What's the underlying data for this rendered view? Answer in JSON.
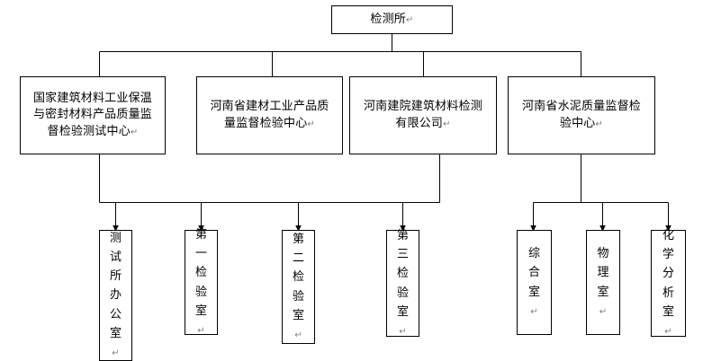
{
  "diagram": {
    "title_text": "检测所",
    "pilcrow": "↵",
    "stroke_color": "#000000",
    "background_color": "#ffffff",
    "text_color": "#000000",
    "pilcrow_color": "#7c7c7c",
    "type": "organizational-chart",
    "root": {
      "id": "root",
      "label": "检测所",
      "mark": "↵"
    },
    "level2": [
      {
        "id": "l2-1",
        "label": "国家建筑材料工业保温与密封材料产品质量监督检验测试中心",
        "mark": "↵"
      },
      {
        "id": "l2-2",
        "label": "河南省建材工业产品质量监督检验中心",
        "mark": "↵"
      },
      {
        "id": "l2-3",
        "label": "河南建院建筑材料检测有限公司",
        "mark": "↵"
      },
      {
        "id": "l2-4",
        "label": "河南省水泥质量监督检验中心",
        "mark": "↵"
      }
    ],
    "level3_left": [
      {
        "id": "l3-1",
        "label": "测试所办公室",
        "mark": "↵"
      },
      {
        "id": "l3-2",
        "label": "第一检验室",
        "mark": "↵"
      },
      {
        "id": "l3-3",
        "label": "第二检验室",
        "mark": "↵"
      },
      {
        "id": "l3-4",
        "label": "第三检验室",
        "mark": "↵"
      }
    ],
    "level3_right": [
      {
        "id": "l3-5",
        "label": "综合室",
        "mark": "↵"
      },
      {
        "id": "l3-6",
        "label": "物理室",
        "mark": "↵"
      },
      {
        "id": "l3-7",
        "label": "化学分析室",
        "mark": "↵"
      }
    ]
  }
}
